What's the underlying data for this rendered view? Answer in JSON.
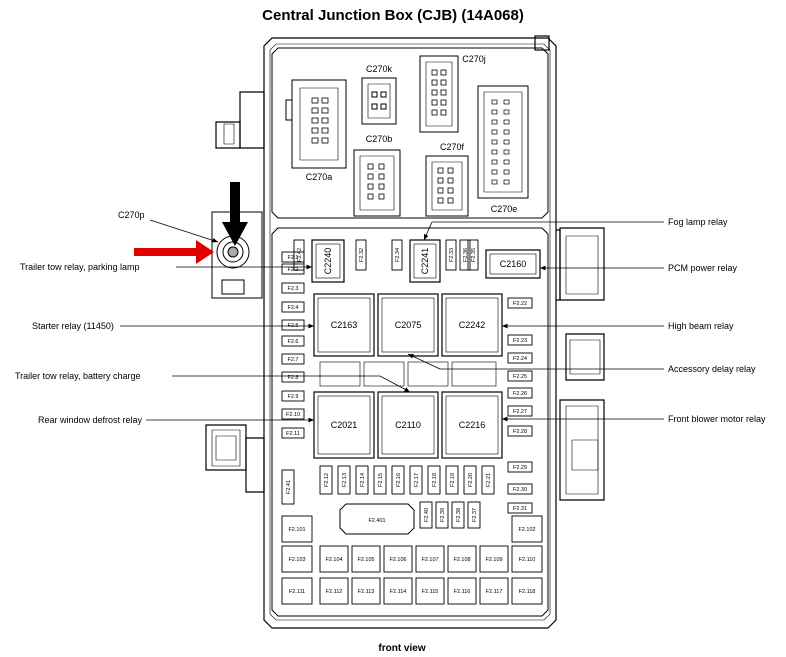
{
  "title": "Central Junction Box (CJB) (14A068)",
  "footer": "front view",
  "connectors": {
    "c270a": "C270a",
    "c270k": "C270k",
    "c270j": "C270j",
    "c270b": "C270b",
    "c270f": "C270f",
    "c270e": "C270e",
    "c270p": "C270p"
  },
  "relays": {
    "c2240": "C2240",
    "c2241": "C2241",
    "c2160": "C2160",
    "c2163": "C2163",
    "c2075": "C2075",
    "c2242": "C2242",
    "c2021": "C2021",
    "c2110": "C2110",
    "c2216": "C2216"
  },
  "callouts_left": [
    "Trailer tow relay, parking lamp",
    "Starter relay (11450)",
    "Trailer tow relay, battery charge",
    "Rear window defrost relay"
  ],
  "callouts_right": [
    "Fog lamp relay",
    "PCM power relay",
    "High beam relay",
    "Accessory delay relay",
    "Front blower motor relay"
  ],
  "fuses": {
    "left_column": [
      "F2.1",
      "F2.2",
      "F2.3",
      "F2.4",
      "F2.5",
      "F2.6",
      "F2.7",
      "F2.8",
      "F2.9",
      "F2.10",
      "F2.11"
    ],
    "right_column": [
      "F2.22",
      "F2.23",
      "F2.24",
      "F2.25",
      "F2.26",
      "F2.27",
      "F2.28",
      "F2.29",
      "F2.30",
      "F2.31"
    ],
    "top_small": [
      "F2.42",
      "F2.32",
      "F2.34",
      "F2.33",
      "F2.36",
      "F2.35"
    ],
    "bottom_row": [
      "F2.41",
      "F2.12",
      "F2.13",
      "F2.14",
      "F2.15",
      "F2.16",
      "F2.17",
      "F2.18",
      "F2.19",
      "F2.20",
      "F2.21"
    ],
    "lower_small": [
      "F2.40",
      "F2.39",
      "F2.38",
      "F2.37"
    ],
    "maxi_center": "F2.401",
    "maxi_row1": [
      "F2.101",
      "F2.102"
    ],
    "maxi_row2": [
      "F2.103",
      "F2.104",
      "F2.105",
      "F2.106",
      "F2.107",
      "F2.108",
      "F2.109",
      "F2.110"
    ],
    "maxi_row3": [
      "F2.111",
      "F2.112",
      "F2.113",
      "F2.114",
      "F2.115",
      "F2.116",
      "F2.117",
      "F2.118"
    ]
  },
  "colors": {
    "line": "#000000",
    "red_arrow": "#e00000",
    "black_arrow": "#000000",
    "background": "#ffffff"
  }
}
